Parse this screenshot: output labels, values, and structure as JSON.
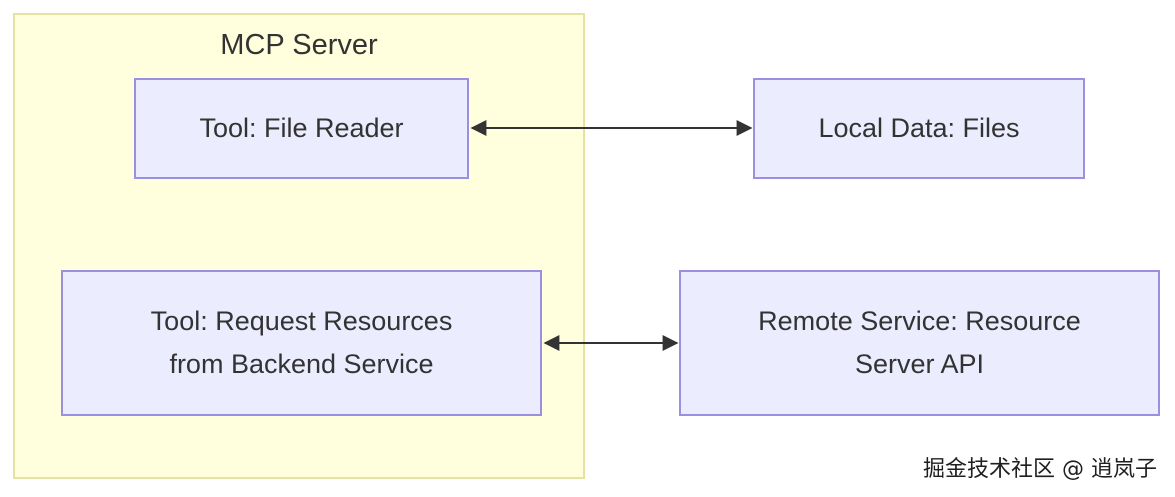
{
  "diagram": {
    "cluster": {
      "title": "MCP Server",
      "fill": "#ffffde",
      "stroke": "#e4e4a0"
    },
    "node_style": {
      "fill": "#ececff",
      "stroke": "#9a8fe0",
      "text": "#333333"
    },
    "nodes": [
      {
        "id": "file-reader",
        "lines": [
          "Tool: File Reader"
        ]
      },
      {
        "id": "local-data",
        "lines": [
          "Local Data: Files"
        ]
      },
      {
        "id": "request-resources",
        "lines": [
          "Tool: Request Resources",
          "from Backend Service"
        ]
      },
      {
        "id": "remote-service",
        "lines": [
          "Remote Service: Resource",
          "Server API"
        ]
      }
    ],
    "edges": [
      {
        "from": "file-reader",
        "to": "local-data",
        "direction": "bidirectional"
      },
      {
        "from": "request-resources",
        "to": "remote-service",
        "direction": "bidirectional"
      }
    ],
    "edge_color": "#333333"
  },
  "watermark": "掘金技术社区 @ 逍岚子"
}
